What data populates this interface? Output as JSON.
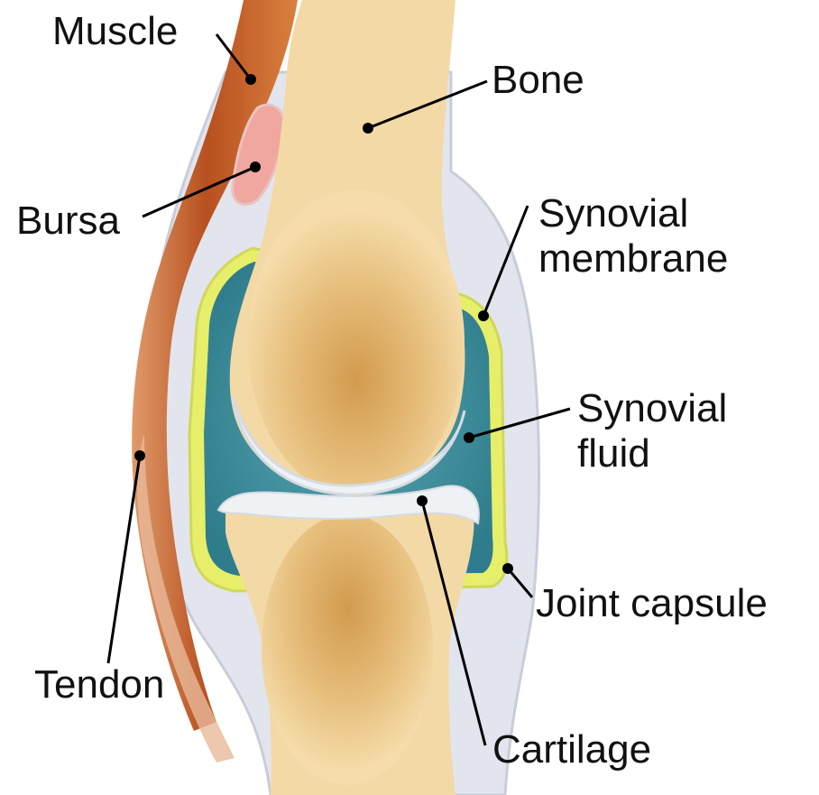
{
  "labels": {
    "muscle": "Muscle",
    "bone": "Bone",
    "bursa": "Bursa",
    "synovial_membrane_line1": "Synovial",
    "synovial_membrane_line2": "membrane",
    "synovial_fluid_line1": "Synovial",
    "synovial_fluid_line2": "fluid",
    "joint_capsule": "Joint capsule",
    "tendon": "Tendon",
    "cartilage": "Cartilage"
  },
  "colors": {
    "bone": "#f3d9a6",
    "marrow": "#d9a55a",
    "muscle": "#c8612c",
    "capsule": "#dfe3ee",
    "synovial_fluid": "#3f8f9c",
    "membrane": "#e7ee6a",
    "cartilage": "#f2f4f6"
  }
}
